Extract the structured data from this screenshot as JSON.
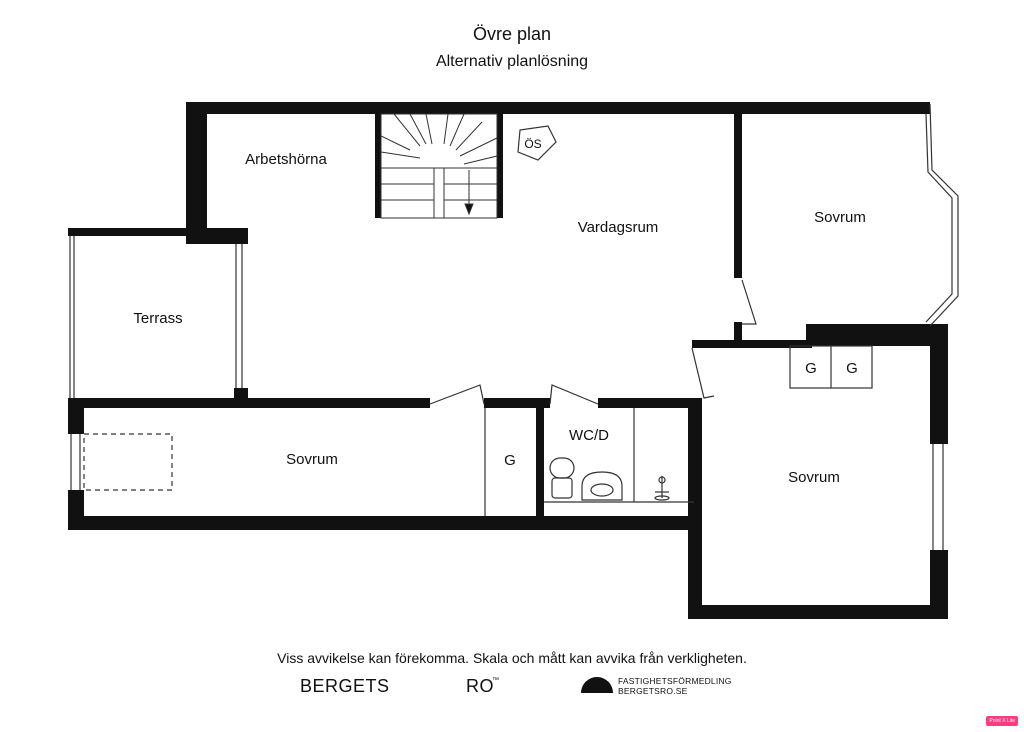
{
  "plan": {
    "title": "Övre plan",
    "subtitle": "Alternativ planlösning",
    "rooms": {
      "arbetshorna": "Arbetshörna",
      "vardagsrum": "Vardagsrum",
      "sovrum_ne": "Sovrum",
      "terrass": "Terrass",
      "sovrum_sw": "Sovrum",
      "sovrum_se": "Sovrum",
      "wc": "WC/D"
    },
    "closets": {
      "hall": "G",
      "se_left": "G",
      "se_right": "G"
    },
    "stove_label": "ÖS"
  },
  "footer": {
    "disclaimer": "Viss avvikelse kan förekomma. Skala och mått kan avvika från verkligheten.",
    "brand_left": "BERGETS",
    "brand_right": "RO",
    "brand_tm": "™",
    "agency_name": "FASTIGHETSFÖRMEDLING",
    "agency_url": "BERGETSRO.SE",
    "badge": "Point X Lite"
  },
  "colors": {
    "wall": "#111111",
    "thin_line": "#333333",
    "background": "#ffffff"
  }
}
